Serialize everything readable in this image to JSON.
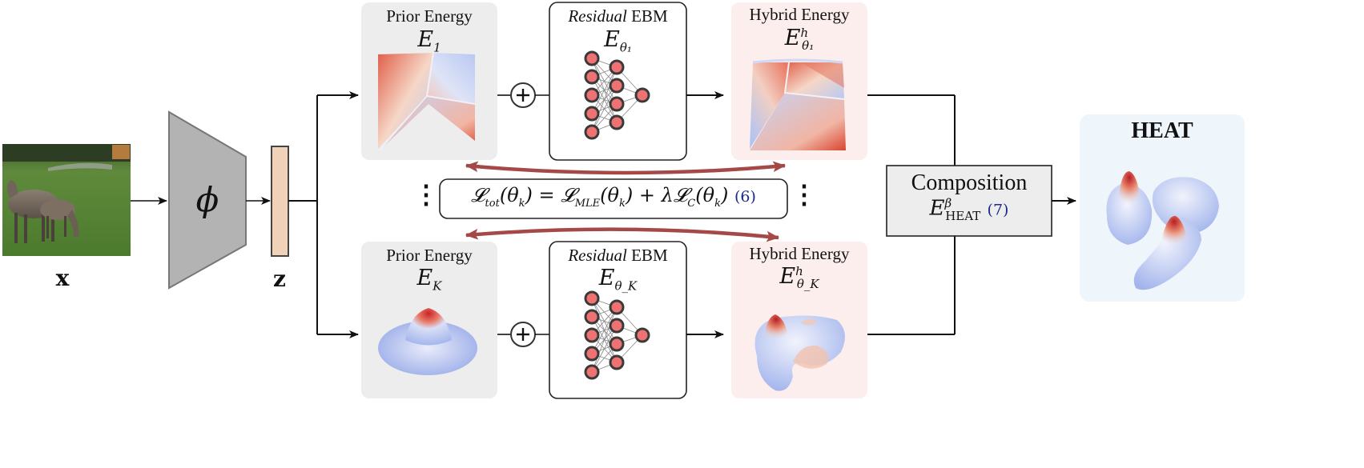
{
  "input": {
    "label": "x"
  },
  "encoder": {
    "label": "ϕ"
  },
  "latent": {
    "label": "z"
  },
  "top_row": {
    "prior": {
      "title": "Prior Energy",
      "symbol": "E",
      "subscript": "1"
    },
    "residual": {
      "title_italic": "Residual",
      "title_rest": " EBM",
      "symbol": "E",
      "subscript": "θ₁"
    },
    "hybrid": {
      "title": "Hybrid Energy",
      "symbol": "E",
      "superscript": "h",
      "subscript": "θ₁"
    }
  },
  "bottom_row": {
    "prior": {
      "title": "Prior Energy",
      "symbol": "E",
      "subscript": "K"
    },
    "residual": {
      "title_italic": "Residual",
      "title_rest": " EBM",
      "symbol": "E",
      "subscript": "θ_K"
    },
    "hybrid": {
      "title": "Hybrid Energy",
      "symbol": "E",
      "superscript": "h",
      "subscript": "θ_K"
    }
  },
  "loss": {
    "lhs": "𝓛",
    "lhs_sub": "tot",
    "lhs_arg": "(θ",
    "lhs_arg_sub": "k",
    "lhs_close": ")",
    "eq": " = ",
    "t1": "𝓛",
    "t1_sub": "MLE",
    "t1_arg": "(θ",
    "t1_arg_sub": "k",
    "t1_close": ")",
    "plus": " + ",
    "lambda": "λ",
    "t2": "𝓛",
    "t2_sub": "C",
    "t2_arg": "(θ",
    "t2_arg_sub": "k",
    "t2_close": ")",
    "ref": "(6)",
    "dots": "⋮"
  },
  "composition": {
    "title": "Composition",
    "symbol": "E",
    "superscript": "β",
    "subscript": "HEAT",
    "ref": "(7)"
  },
  "output": {
    "title": "HEAT"
  },
  "colors": {
    "prior_panel_bg": "#ededed",
    "hybrid_panel_bg": "#fdeeee",
    "heat_panel_bg": "#eef5fb",
    "loss_arrow": "#a54848",
    "latent_fill": "#efd2b8",
    "encoder_fill": "#b3b3b3",
    "neuron_fill": "#ee7272"
  },
  "icons": [
    "plus-circle-icon",
    "neural-network-icon",
    "grazing-deer-photo"
  ]
}
